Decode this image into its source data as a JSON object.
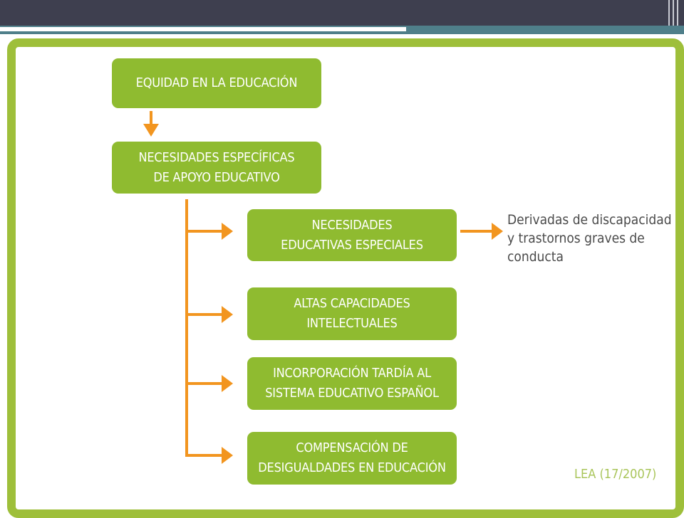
{
  "diagram": {
    "root": "EQUIDAD EN LA EDUCACIÓN",
    "level2": "NECESIDADES ESPECÍFICAS\nDE APOYO EDUCATIVO",
    "branches": [
      "NECESIDADES\nEDUCATIVAS ESPECIALES",
      "ALTAS CAPACIDADES\nINTELECTUALES",
      "INCORPORACIÓN TARDÍA AL\nSISTEMA EDUCATIVO ESPAÑOL",
      "COMPENSACIÓN DE\nDESIGUALDADES EN EDUCACIÓN"
    ],
    "note": "Derivadas de discapacidad\ny trastornos graves de\nconducta",
    "citation": "LEA (17/2007)"
  },
  "colors": {
    "box": "#8fbb30",
    "frame": "#9ebf3a",
    "arrow": "#f2951f",
    "header": "#3e3f4f",
    "band": "#4f7f8a"
  }
}
